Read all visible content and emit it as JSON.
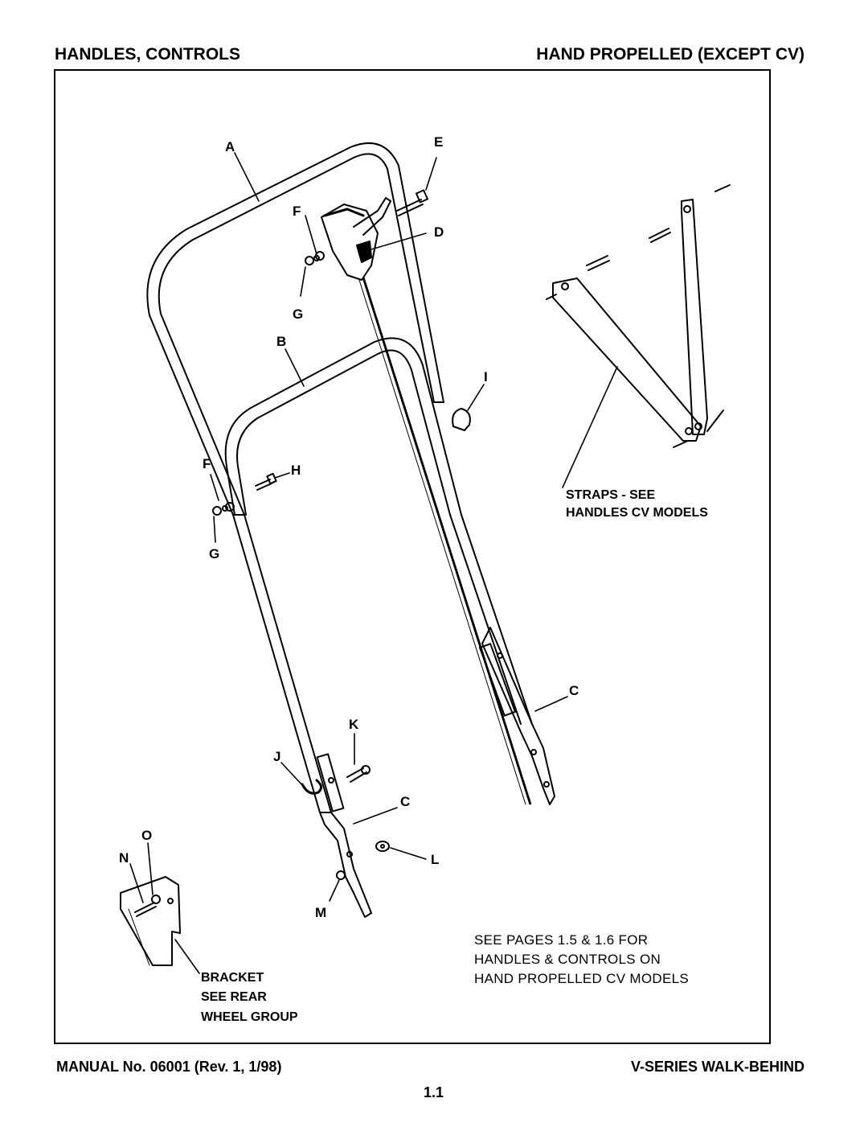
{
  "header": {
    "left": "HANDLES, CONTROLS",
    "right": "HAND PROPELLED (EXCEPT CV)"
  },
  "diagram": {
    "part_labels": {
      "A": "A",
      "B": "B",
      "C1": "C",
      "C2": "C",
      "D": "D",
      "E": "E",
      "F1": "F",
      "F2": "F",
      "G1": "G",
      "G2": "G",
      "H": "H",
      "I": "I",
      "J": "J",
      "K": "K",
      "L": "L",
      "M": "M",
      "N": "N",
      "O": "O"
    },
    "straps_note": [
      "STRAPS - SEE",
      "HANDLES CV MODELS"
    ],
    "bracket_note": [
      "BRACKET",
      "SEE REAR",
      "WHEEL GROUP"
    ],
    "see_pages_note": [
      "SEE PAGES 1.5 & 1.6 FOR",
      "HANDLES & CONTROLS ON",
      "HAND PROPELLED CV MODELS"
    ]
  },
  "footer": {
    "left": "MANUAL No. 06001 (Rev. 1, 1/98)",
    "right": "V-SERIES WALK-BEHIND",
    "page": "1.1"
  }
}
